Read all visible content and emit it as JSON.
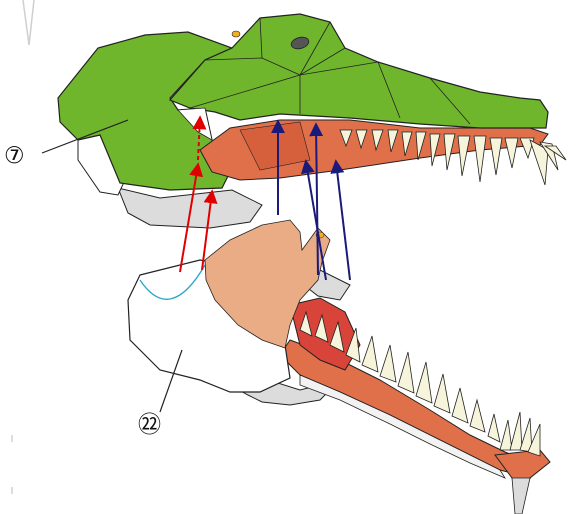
{
  "figure": {
    "callouts": [
      {
        "id": "part-7",
        "label": "⑦"
      },
      {
        "id": "part-22",
        "label": "㉒"
      }
    ],
    "arrows": {
      "upper_jaw_connections": {
        "color": "#e00000",
        "count": 2
      },
      "palate_connections": {
        "color": "#1a1a7a",
        "count": 4
      }
    }
  },
  "colors": {
    "head_green": "#70b62c",
    "head_green_dark": "#5e9a25",
    "palate_red": "#e0704a",
    "tongue_red": "#d8433a",
    "tongue_tan": "#e9ac84",
    "tooth_cream": "#f7f4dc",
    "grey_part": "#dcdcdc",
    "outline": "#222222"
  },
  "icons": {
    "eye": "eye-icon",
    "nostril": "nostril-icon"
  }
}
